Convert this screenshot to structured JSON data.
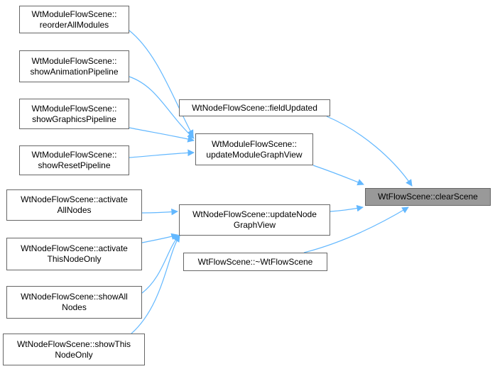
{
  "diagram": {
    "nodes": [
      {
        "id": "reorder",
        "lines": [
          "WtModuleFlowScene::",
          "reorderAllModules"
        ]
      },
      {
        "id": "showAnim",
        "lines": [
          "WtModuleFlowScene::",
          "showAnimationPipeline"
        ]
      },
      {
        "id": "showGfx",
        "lines": [
          "WtModuleFlowScene::",
          "showGraphicsPipeline"
        ]
      },
      {
        "id": "showReset",
        "lines": [
          "WtModuleFlowScene::",
          "showResetPipeline"
        ]
      },
      {
        "id": "fieldUpd",
        "lines": [
          "WtNodeFlowScene::fieldUpdated"
        ]
      },
      {
        "id": "updModule",
        "lines": [
          "WtModuleFlowScene::",
          "updateModuleGraphView"
        ]
      },
      {
        "id": "clear",
        "lines": [
          "WtFlowScene::clearScene"
        ]
      },
      {
        "id": "actAll",
        "lines": [
          "WtNodeFlowScene::activate",
          "AllNodes"
        ]
      },
      {
        "id": "updNode",
        "lines": [
          "WtNodeFlowScene::updateNode",
          "GraphView"
        ]
      },
      {
        "id": "actThis",
        "lines": [
          "WtNodeFlowScene::activate",
          "ThisNodeOnly"
        ]
      },
      {
        "id": "dtor",
        "lines": [
          "WtFlowScene::~WtFlowScene"
        ]
      },
      {
        "id": "showAll",
        "lines": [
          "WtNodeFlowScene::showAll",
          "Nodes"
        ]
      },
      {
        "id": "showThis",
        "lines": [
          "WtNodeFlowScene::showThis",
          "NodeOnly"
        ]
      }
    ],
    "edges": [
      {
        "from": "reorder",
        "to": "updModule"
      },
      {
        "from": "showAnim",
        "to": "updModule"
      },
      {
        "from": "showGfx",
        "to": "updModule"
      },
      {
        "from": "showReset",
        "to": "updModule"
      },
      {
        "from": "actAll",
        "to": "updNode"
      },
      {
        "from": "actThis",
        "to": "updNode"
      },
      {
        "from": "showAll",
        "to": "updNode"
      },
      {
        "from": "showThis",
        "to": "updNode"
      },
      {
        "from": "fieldUpd",
        "to": "clear"
      },
      {
        "from": "updModule",
        "to": "clear"
      },
      {
        "from": "updNode",
        "to": "clear"
      },
      {
        "from": "dtor",
        "to": "clear"
      }
    ],
    "colors": {
      "edge": "#63b8ff",
      "node_border": "#666666",
      "node_fill": "#ffffff",
      "highlight_fill": "#999999"
    }
  }
}
